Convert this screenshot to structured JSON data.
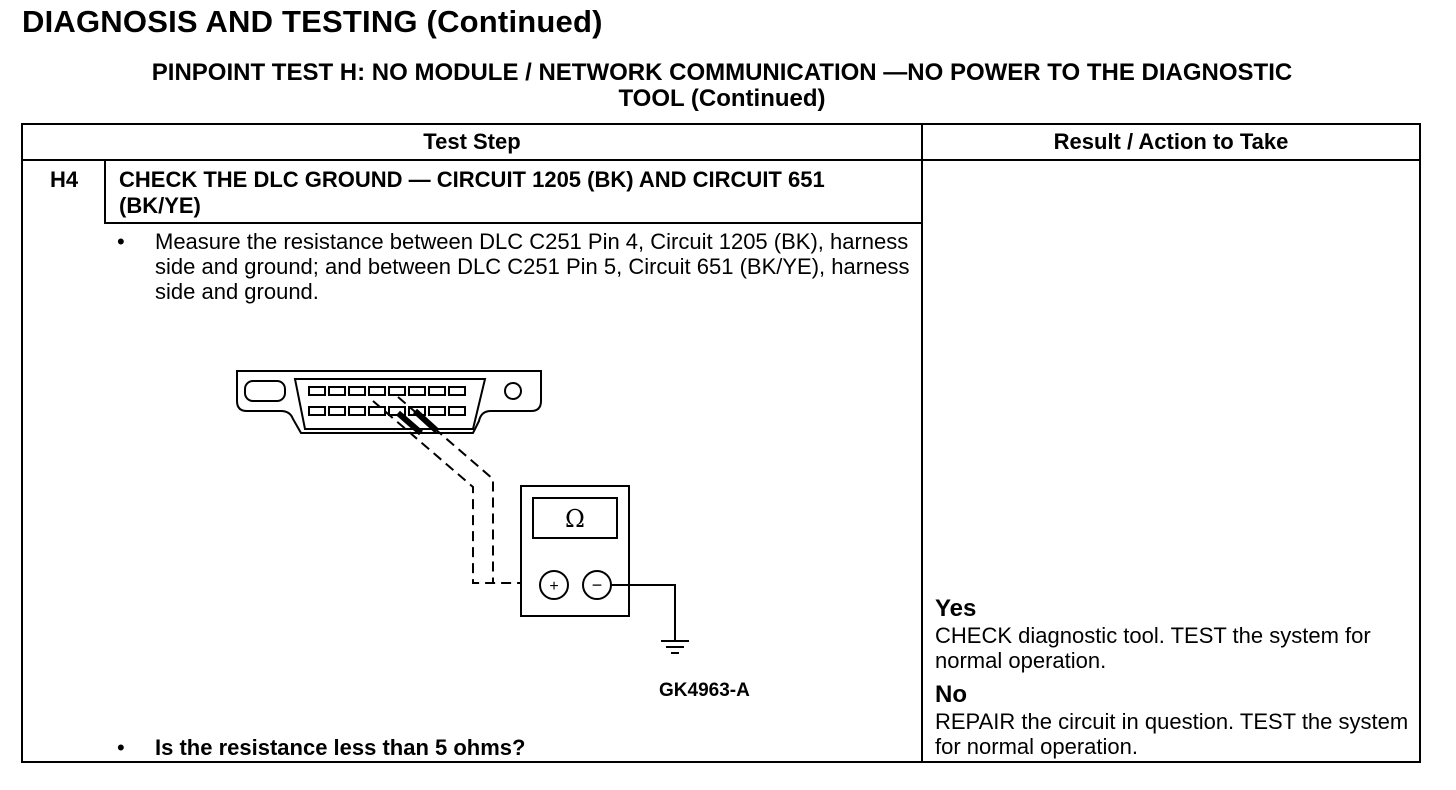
{
  "page_title": "DIAGNOSIS AND TESTING (Continued)",
  "subtitle": {
    "line1": "PINPOINT TEST  H: NO MODULE / NETWORK COMMUNICATION —NO POWER TO THE DIAGNOSTIC",
    "line2": "TOOL (Continued)"
  },
  "table": {
    "col_test_step": "Test Step",
    "col_result": "Result / Action to Take",
    "step": {
      "id": "H4",
      "title": "CHECK THE DLC GROUND — CIRCUIT 1205 (BK) AND CIRCUIT 651 (BK/YE)",
      "bullet": "•",
      "instruction": "Measure the resistance between DLC C251 Pin 4, Circuit 1205 (BK), harness side and ground; and between DLC C251 Pin 5, Circuit 651 (BK/YE), harness side and ground.",
      "question": "Is the resistance less than 5 ohms?",
      "figure_id": "GK4963-A",
      "diagram": {
        "meter_symbol": "Ω",
        "plus": "+",
        "minus": "−"
      }
    },
    "results": {
      "yes_label": "Yes",
      "yes_text": "CHECK diagnostic tool. TEST the system for normal operation.",
      "no_label": "No",
      "no_text": "REPAIR the circuit in question. TEST the system for normal operation."
    }
  }
}
